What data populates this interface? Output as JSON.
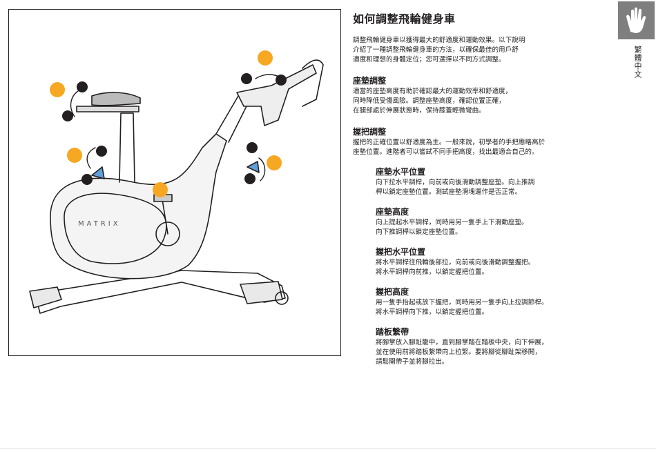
{
  "page": {
    "title": "如何調整飛輪健身車",
    "intro": "調整飛輪健身車以獲得最大的舒適度和運動效果。以下說明\n介紹了一種調整飛輪健身車的方法，以確保最佳的用戶舒\n適度和理想的身體定位；您可選擇以不同方式調整。",
    "language_label": "繁體中文"
  },
  "sections": [
    {
      "title": "座墊調整",
      "body": "適當的座墊高度有助於確認最大的運動效率和舒適度，\n同時降低受傷風險。調整座墊高度，確認位置正確，\n在腿部處於伸展狀態時，保持膝蓋輕微彎曲。"
    },
    {
      "title": "握把調整",
      "body": "握把的正確位置以舒適度為主。一般來說，初學者的手把應略高於\n座墊位置。進階者可以嘗試不同手把高度，找出最適合自己的。"
    }
  ],
  "steps": [
    {
      "title": "座墊水平位置",
      "body": "向下拉水平調桿，向前或向後滑動調整座墊。向上推調\n桿以鎖定座墊位置。測試座墊滑塊運作是否正常。"
    },
    {
      "title": "座墊高度",
      "body": "向上提起水平調桿，同時用另一隻手上下滑動座墊。\n向下推調桿以鎖定座墊位置。"
    },
    {
      "title": "握把水平位置",
      "body": "將水平調桿往飛輪後部拉，向前或向後滑動調整握把。\n將水平調桿向前推，以鎖定握把位置。"
    },
    {
      "title": "握把高度",
      "body": "用一隻手抬起或放下握把，同時用另一隻手向上拉調節桿。\n將水平調桿向下推，以鎖定握把位置。"
    },
    {
      "title": "踏板繫帶",
      "body": "將腳掌放入腳趾籠中，直到腳掌踏在踏板中央，向下伸展，\n並在使用前將踏板繫帶向上拉緊。要將腳從腳趾架移開，\n請鬆開帶子並將腳拉出。"
    }
  ],
  "illustration": {
    "brand_text": "MATRIX",
    "marker_color": "#f7a823",
    "tab_color": "#7f7f7f"
  }
}
